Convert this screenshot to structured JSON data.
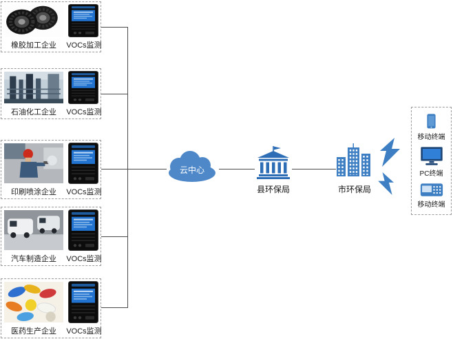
{
  "colors": {
    "primary_blue": "#3d7fc2",
    "dark_blue": "#1c4475",
    "cloud_blue": "#4e88c8",
    "line_gray": "#4a4a4a"
  },
  "enterprises": [
    {
      "name": "橡胶加工企业",
      "device": "VOCs监测"
    },
    {
      "name": "石油化工企业",
      "device": "VOCs监测"
    },
    {
      "name": "印刷喷涂企业",
      "device": "VOCs监测"
    },
    {
      "name": "汽车制造企业",
      "device": "VOCs监测"
    },
    {
      "name": "医药生产企业",
      "device": "VOCs监测"
    }
  ],
  "cloud": {
    "label": "云中心"
  },
  "bureaus": {
    "county": "县环保局",
    "city": "市环保局"
  },
  "terminals": [
    {
      "label": "移动终端"
    },
    {
      "label": "PC终端"
    },
    {
      "label": "移动终端"
    }
  ]
}
